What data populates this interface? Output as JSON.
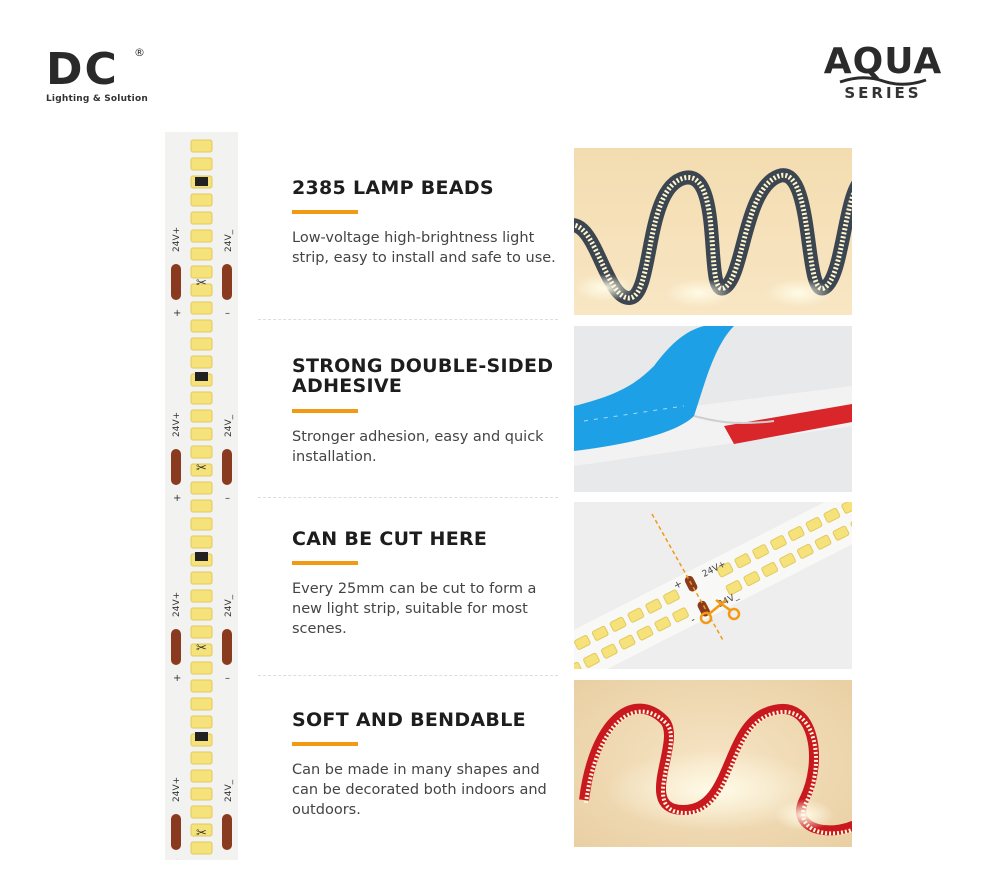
{
  "brand": {
    "dc_letters": "DC",
    "dc_registered": "®",
    "dc_tagline": "Lighting & Solution",
    "series_name": "AQUA",
    "series_label": "SERIES"
  },
  "strip": {
    "plus_label": "24V+",
    "minus_label": "24V_",
    "plus_sign": "+",
    "minus_sign": "–",
    "scissor_glyph": "✂"
  },
  "features": [
    {
      "title": "2385 LAMP BEADS",
      "description": "Low-voltage high-brightness light strip, easy to install and safe to use."
    },
    {
      "title": "STRONG DOUBLE-SIDED ADHESIVE",
      "description": "Stronger adhesion, easy and quick installation."
    },
    {
      "title": "CAN BE CUT HERE",
      "description": "Every 25mm can be cut to form a new light strip, suitable for most scenes."
    },
    {
      "title": "SOFT AND BENDABLE",
      "description": "Can be made in many shapes and can be decorated both indoors and outdoors."
    }
  ],
  "photos": {
    "cut_plus_label": "24V+",
    "cut_minus_label": "24V_",
    "cut_plus_sign": "+",
    "cut_minus_sign": "-"
  },
  "colors": {
    "accent": "#f29a14",
    "heading": "#1d1d1d",
    "body_text": "#444444",
    "led": "#f6e27a",
    "pad": "#8a3a1e",
    "tape_blue": "#1ea0e6",
    "tape_red": "#d9262b"
  }
}
